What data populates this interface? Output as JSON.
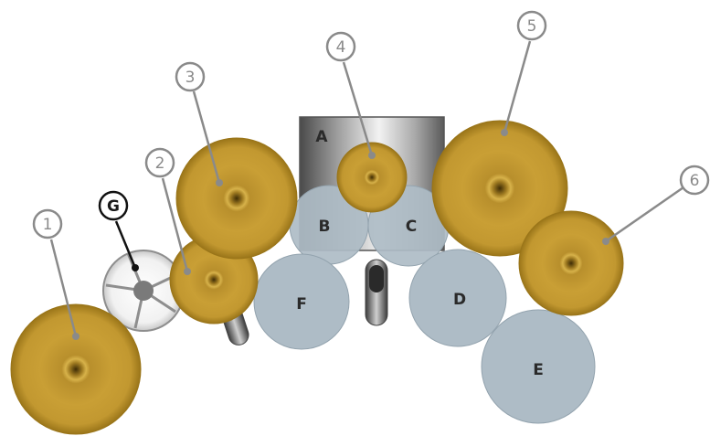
{
  "colors": {
    "cymbal": "#c9a033",
    "cymbal_center": "#4d3808",
    "pad": "#aebcc6",
    "pad_stroke": "#93a3ae",
    "callout": "#8a8a8a",
    "hihat_callout": "#111111"
  },
  "cymbals": [
    {
      "label": "1"
    },
    {
      "label": "2"
    },
    {
      "label": "3"
    },
    {
      "label": "4"
    },
    {
      "label": "5"
    },
    {
      "label": "6"
    }
  ],
  "pads": [
    {
      "label": "A"
    },
    {
      "label": "B"
    },
    {
      "label": "C"
    },
    {
      "label": "D"
    },
    {
      "label": "E"
    },
    {
      "label": "F"
    }
  ],
  "hihat_pedal": {
    "label": "G"
  }
}
